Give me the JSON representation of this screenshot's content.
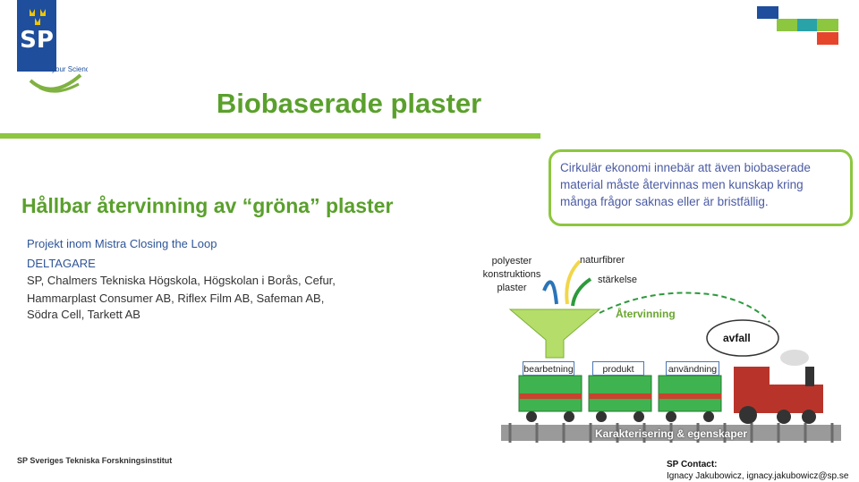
{
  "logo": {
    "text": "SP",
    "tagline": "your Science Partner"
  },
  "colors": {
    "accent_green": "#5aa02c",
    "rule_green": "#8dc63f",
    "text_blue": "#2f5597",
    "callout_blue": "#4b5ba3",
    "logo_blue": "#1f4e9c"
  },
  "title": "Biobaserade plaster",
  "subtitle": "Hållbar återvinning av “gröna” plaster",
  "callout": "Cirkulär ekonomi innebär att även biobaserade material måste återvinnas men kunskap kring många frågor saknas eller är bristfällig.",
  "project": {
    "label": "Projekt inom Mistra Closing the Loop",
    "participants_label": "DELTAGARE",
    "partners": [
      "SP, Chalmers Tekniska Högskola, Högskolan i Borås, Cefur,",
      "Hammarplast Consumer AB, Riflex Film AB, Safeman AB,",
      "Södra Cell, Tarkett AB"
    ]
  },
  "diagram": {
    "inputs": [
      "polyester",
      "konstruktions",
      "plaster"
    ],
    "fibres": "naturfibrer",
    "starch": "stärkelse",
    "recycling": "Återvinning",
    "waste": "avfall",
    "cars": [
      "bearbetning",
      "produkt",
      "användning"
    ],
    "track": "Karakterisering & egenskaper"
  },
  "footer": {
    "org": "SP Sveriges Tekniska Forskningsinstitut",
    "contact_label": "SP Contact:",
    "contact": "Ignacy Jakubowicz, ignacy.jakubowicz@sp.se"
  }
}
